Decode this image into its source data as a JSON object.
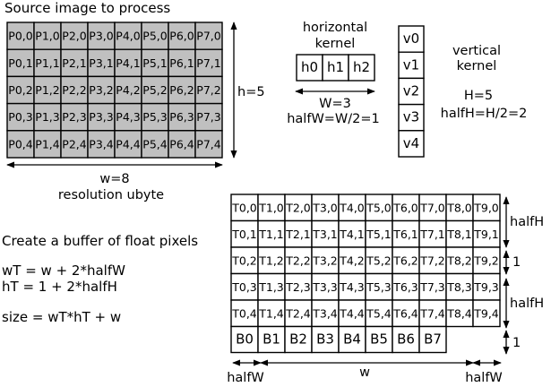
{
  "source_title": "Source image to process",
  "source": {
    "rows": [
      [
        "P0,0",
        "P1,0",
        "P2,0",
        "P3,0",
        "P4,0",
        "P5,0",
        "P6,0",
        "P7,0"
      ],
      [
        "P0,1",
        "P1,1",
        "P2,1",
        "P3,1",
        "P4,1",
        "P5,1",
        "P6,1",
        "P7,1"
      ],
      [
        "P0,2",
        "P1,2",
        "P2,2",
        "P3,2",
        "P4,2",
        "P5,2",
        "P6,2",
        "P7,2"
      ],
      [
        "P0,3",
        "P1,3",
        "P2,3",
        "P3,3",
        "P4,3",
        "P5,3",
        "P6,3",
        "P7,3"
      ],
      [
        "P0,4",
        "P1,4",
        "P2,4",
        "P3,4",
        "P4,4",
        "P5,4",
        "P6,4",
        "P7,4"
      ]
    ],
    "fill_color": "#c0c0c0"
  },
  "source_height_label": "h=5",
  "source_width_label": "w=8",
  "resolution_label": "resolution ubyte",
  "horizontal_kernel": {
    "title_line1": "horizontal",
    "title_line2": "kernel",
    "cells": [
      "h0",
      "h1",
      "h2"
    ],
    "width_label": "W=3",
    "half_label": "halfW=W/2=1"
  },
  "vertical_kernel": {
    "title_line1": "vertical",
    "title_line2": "kernel",
    "cells": [
      "v0",
      "v1",
      "v2",
      "v3",
      "v4"
    ],
    "height_label": "H=5",
    "half_label": "halfH=H/2=2"
  },
  "buffer_text": {
    "line1": "Create a buffer of float pixels",
    "line2": "wT = w + 2*halfW",
    "line3": "hT = 1 + 2*halfH",
    "line4": "size = wT*hT + w"
  },
  "temp_buffer": {
    "rows": [
      [
        "T0,0",
        "T1,0",
        "T2,0",
        "T3,0",
        "T4,0",
        "T5,0",
        "T6,0",
        "T7,0",
        "T8,0",
        "T9,0"
      ],
      [
        "T0,1",
        "T1,1",
        "T2,1",
        "T3,1",
        "T4,1",
        "T5,1",
        "T6,1",
        "T7,1",
        "T8,1",
        "T9,1"
      ],
      [
        "T0,2",
        "T1,2",
        "T2,2",
        "T3,2",
        "T4,2",
        "T5,2",
        "T6,2",
        "T7,2",
        "T8,2",
        "T9,2"
      ],
      [
        "T0,3",
        "T1,3",
        "T2,3",
        "T3,3",
        "T4,3",
        "T5,3",
        "T6,3",
        "T7,3",
        "T8,3",
        "T9,3"
      ],
      [
        "T0,4",
        "T1,4",
        "T2,4",
        "T3,4",
        "T4,4",
        "T5,4",
        "T6,4",
        "T7,4",
        "T8,4",
        "T9,4"
      ]
    ],
    "extra_row": [
      "B0",
      "B1",
      "B2",
      "B3",
      "B4",
      "B5",
      "B6",
      "B7"
    ]
  },
  "temp_labels": {
    "halfH_top": "halfH",
    "one_middle": "1",
    "halfH_bottom": "halfH",
    "one_extra": "1",
    "halfW_left": "halfW",
    "w_middle": "w",
    "halfW_right": "halfW"
  }
}
